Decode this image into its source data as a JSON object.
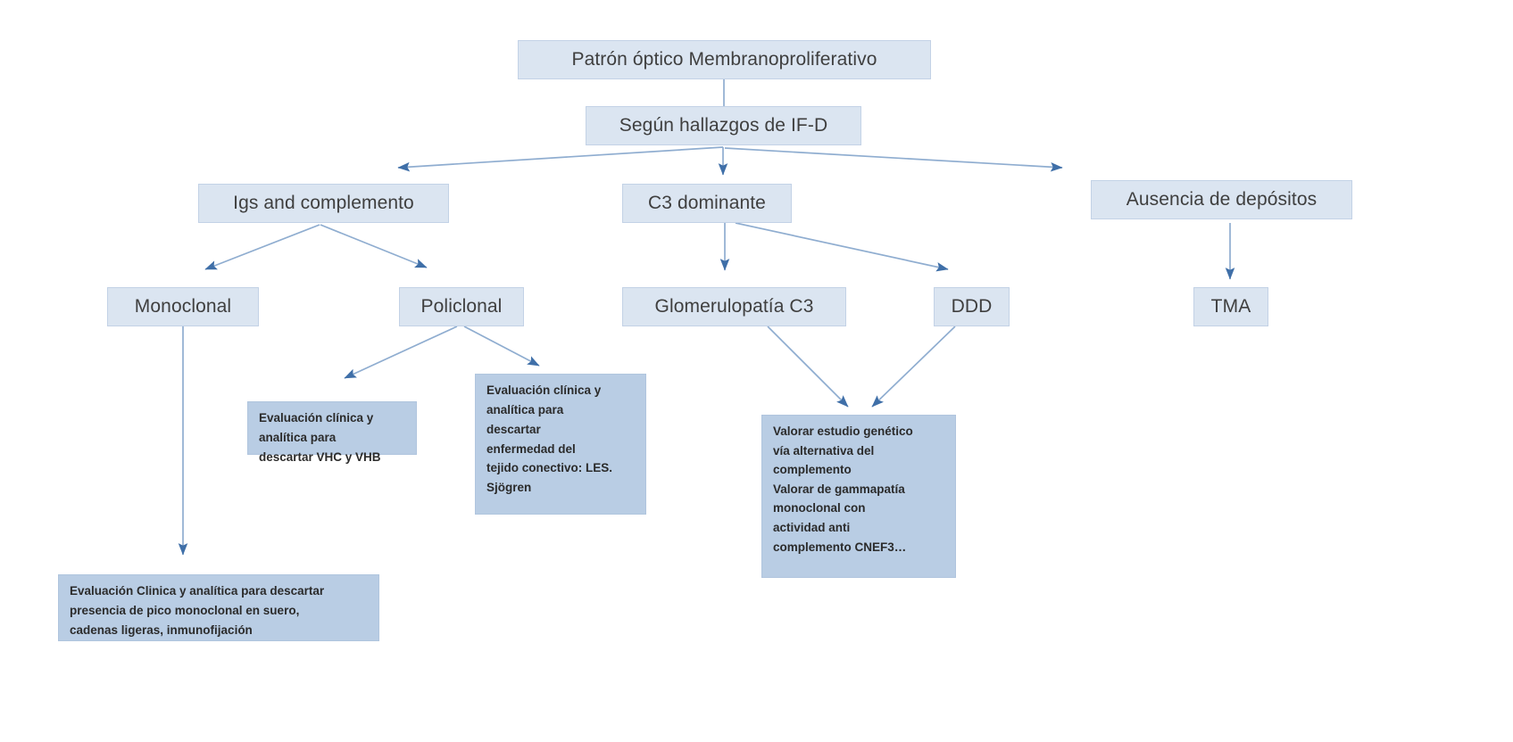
{
  "diagram": {
    "title_node": "Patrón óptico Membranoproliferativo",
    "subtitle_node": "Según hallazgos de IF-D",
    "theme": {
      "node_fill": "#dbe5f1",
      "node_border": "#c3d2e6",
      "detail_fill": "#b9cde4",
      "detail_border": "#b0c5de",
      "arrow_color": "#4a7ebb",
      "text_color": "#3f3f3f",
      "background": "#ffffff"
    },
    "nodes": {
      "root": "Patrón óptico Membranoproliferativo",
      "criteria": "Según hallazgos de IF-D",
      "igs_complemento": "Igs and complemento",
      "c3_dominante": "C3 dominante",
      "ausencia_depositos": "Ausencia de depósitos",
      "monoclonal": "Monoclonal",
      "policlonal": "Policlonal",
      "glomerulopatia_c3": "Glomerulopatía C3",
      "ddd": "DDD",
      "tma": "TMA"
    },
    "details": {
      "monoclonal_detail": "Evaluación Clinica y analítica para descartar\npresencia de pico monoclonal en suero,\ncadenas ligeras, inmunofijación",
      "policlonal_left_detail": "Evaluación clínica y\nanalítica para\ndescartar VHC y VHB",
      "policlonal_right_detail": "Evaluación clínica y\nanalítica para\ndescartar\nenfermedad del\ntejido conectivo: LES.\nSjögren",
      "c3_ddd_detail": "Valorar estudio genético\nvía alternativa del\ncomplemento\nValorar de gammapatía\nmonoclonal con\nactividad anti\ncomplemento CNEF3…"
    },
    "edges": [
      {
        "from": "root",
        "to": "criteria"
      },
      {
        "from": "criteria",
        "to": "igs_complemento"
      },
      {
        "from": "criteria",
        "to": "c3_dominante"
      },
      {
        "from": "criteria",
        "to": "ausencia_depositos"
      },
      {
        "from": "igs_complemento",
        "to": "monoclonal"
      },
      {
        "from": "igs_complemento",
        "to": "policlonal"
      },
      {
        "from": "c3_dominante",
        "to": "glomerulopatia_c3"
      },
      {
        "from": "c3_dominante",
        "to": "ddd"
      },
      {
        "from": "ausencia_depositos",
        "to": "tma"
      },
      {
        "from": "monoclonal",
        "to": "monoclonal_detail"
      },
      {
        "from": "policlonal",
        "to": "policlonal_left_detail"
      },
      {
        "from": "policlonal",
        "to": "policlonal_right_detail"
      },
      {
        "from": "glomerulopatia_c3",
        "to": "c3_ddd_detail"
      },
      {
        "from": "ddd",
        "to": "c3_ddd_detail"
      }
    ]
  }
}
